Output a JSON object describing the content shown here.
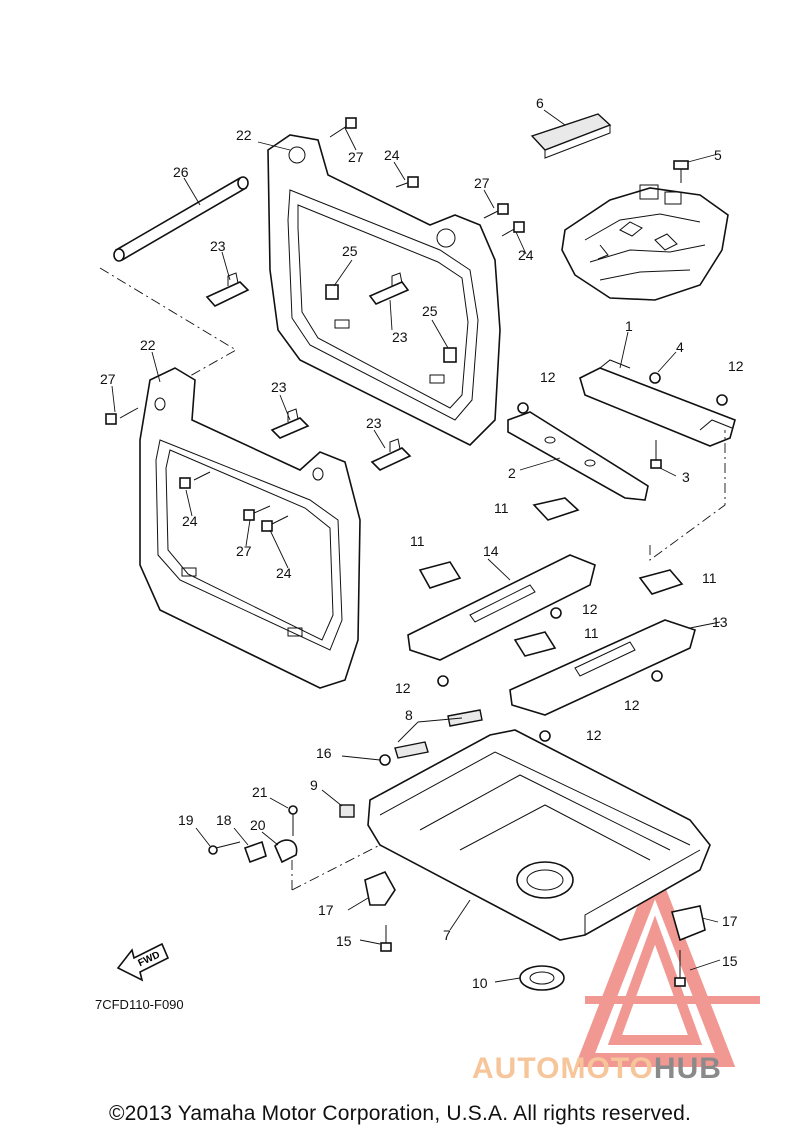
{
  "diagram": {
    "code": "7CFD110-F090",
    "copyright": "©2013 Yamaha Motor Corporation, U.S.A. All rights reserved.",
    "fwd_label": "FWD",
    "watermark": {
      "part1": "AUTOMOTO",
      "part2": "HUB"
    },
    "colors": {
      "line": "#111111",
      "watermark_red": "#e8453c",
      "watermark_orange": "#f6c59a",
      "watermark_gray": "#8a8a8a"
    },
    "callouts": [
      {
        "id": "c1",
        "label": "1"
      },
      {
        "id": "c2",
        "label": "2"
      },
      {
        "id": "c3",
        "label": "3"
      },
      {
        "id": "c4",
        "label": "4"
      },
      {
        "id": "c5",
        "label": "5"
      },
      {
        "id": "c6",
        "label": "6"
      },
      {
        "id": "c7",
        "label": "7"
      },
      {
        "id": "c8",
        "label": "8"
      },
      {
        "id": "c9",
        "label": "9"
      },
      {
        "id": "c10",
        "label": "10"
      },
      {
        "id": "c11a",
        "label": "11"
      },
      {
        "id": "c11b",
        "label": "11"
      },
      {
        "id": "c11c",
        "label": "11"
      },
      {
        "id": "c11d",
        "label": "11"
      },
      {
        "id": "c12a",
        "label": "12"
      },
      {
        "id": "c12b",
        "label": "12"
      },
      {
        "id": "c12c",
        "label": "12"
      },
      {
        "id": "c12d",
        "label": "12"
      },
      {
        "id": "c12e",
        "label": "12"
      },
      {
        "id": "c12f",
        "label": "12"
      },
      {
        "id": "c13",
        "label": "13"
      },
      {
        "id": "c14",
        "label": "14"
      },
      {
        "id": "c15a",
        "label": "15"
      },
      {
        "id": "c15b",
        "label": "15"
      },
      {
        "id": "c16",
        "label": "16"
      },
      {
        "id": "c17a",
        "label": "17"
      },
      {
        "id": "c17b",
        "label": "17"
      },
      {
        "id": "c18",
        "label": "18"
      },
      {
        "id": "c19",
        "label": "19"
      },
      {
        "id": "c20",
        "label": "20"
      },
      {
        "id": "c21",
        "label": "21"
      },
      {
        "id": "c22a",
        "label": "22"
      },
      {
        "id": "c22b",
        "label": "22"
      },
      {
        "id": "c23a",
        "label": "23"
      },
      {
        "id": "c23b",
        "label": "23"
      },
      {
        "id": "c23c",
        "label": "23"
      },
      {
        "id": "c23d",
        "label": "23"
      },
      {
        "id": "c24a",
        "label": "24"
      },
      {
        "id": "c24b",
        "label": "24"
      },
      {
        "id": "c24c",
        "label": "24"
      },
      {
        "id": "c24d",
        "label": "24"
      },
      {
        "id": "c25a",
        "label": "25"
      },
      {
        "id": "c25b",
        "label": "25"
      },
      {
        "id": "c26",
        "label": "26"
      },
      {
        "id": "c27a",
        "label": "27"
      },
      {
        "id": "c27b",
        "label": "27"
      },
      {
        "id": "c27c",
        "label": "27"
      },
      {
        "id": "c27d",
        "label": "27"
      }
    ]
  }
}
